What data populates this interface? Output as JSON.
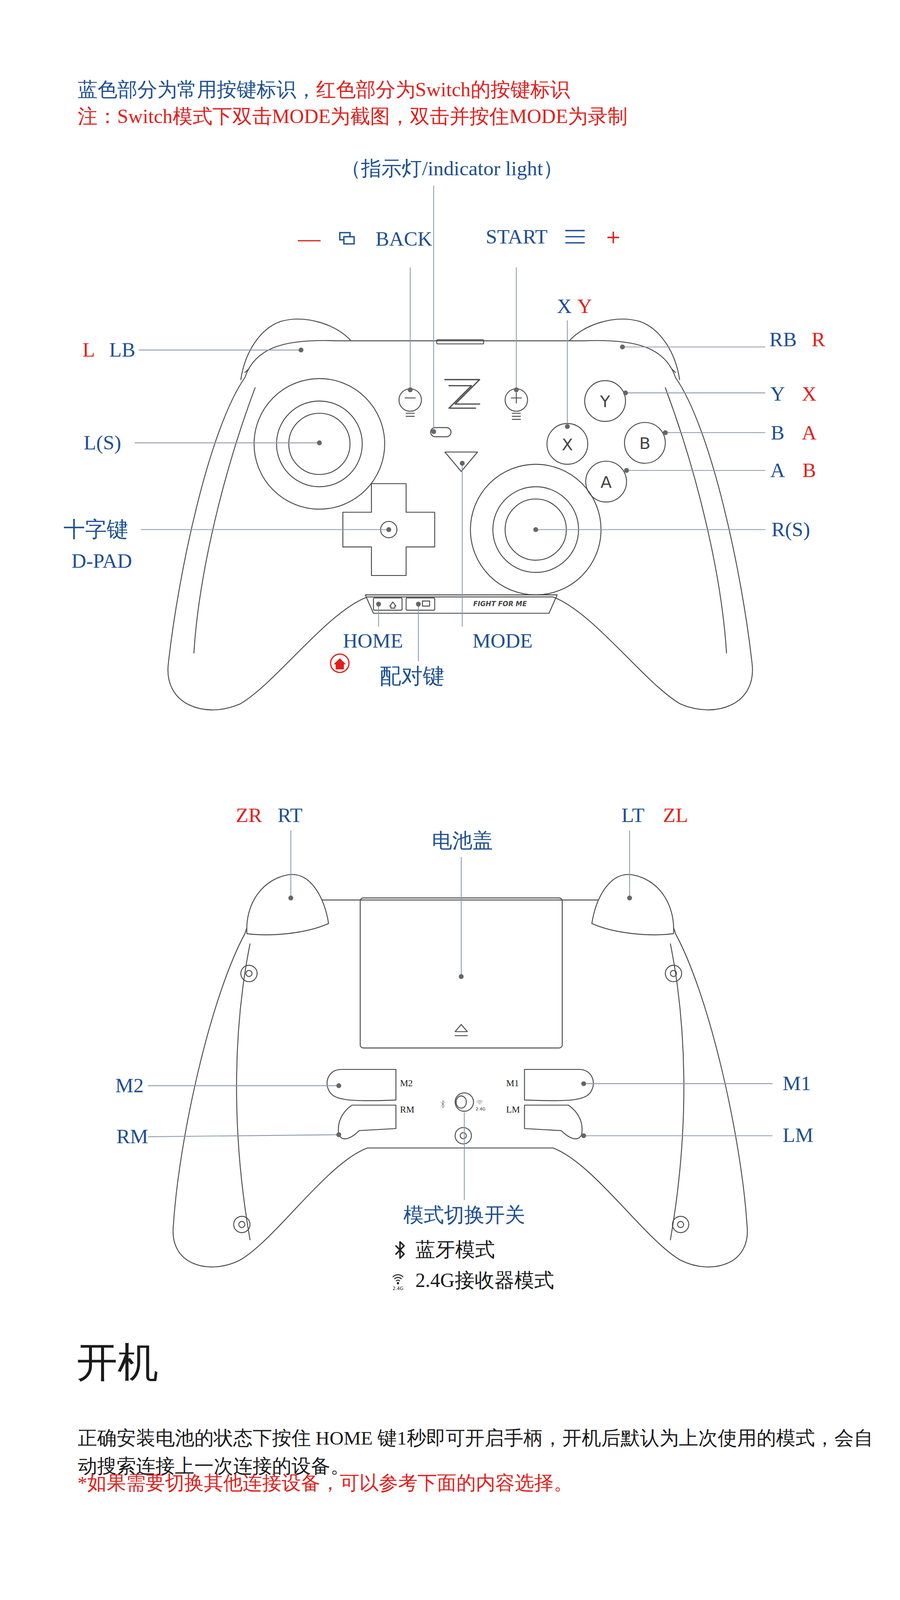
{
  "diagram": {
    "title": "开机",
    "labels": [
      "蓝色部分为常用按键标识，",
      "红色部分为Switch的按键标识",
      "注：Switch模式下双击MODE为截图，双击并按住MODE为录制",
      "（指示灯/indicator light）",
      "—",
      "BACK",
      "START",
      "＋",
      "X",
      "Y",
      "L",
      "LB",
      "RB",
      "R",
      "Y",
      "X",
      "B",
      "A",
      "A",
      "B",
      "L(S)",
      "十字键",
      "D-PAD",
      "R(S)",
      "HOME",
      "配对键",
      "MODE",
      "Y",
      "X",
      "B",
      "A",
      "FIGHT FOR ME",
      "ZR",
      "RT",
      "LT",
      "ZL",
      "电池盖",
      "M2",
      "RM",
      "M1",
      "LM",
      "M2",
      "RM",
      "M1",
      "LM",
      "2.4G",
      "模式切换开关",
      "2.4G",
      "正确安装电池的状态下按住 HOME 键1秒即可开启手柄，开机后默认为上次使用的模式，会自动搜索连接上一次连接的设备。",
      "*如果需要切换其他连接设备，可以参考下面的内容选择。"
    ],
    "legend": [
      {
        "text": "蓝牙模式"
      },
      {
        "text": "2.4G接收器模式"
      }
    ]
  }
}
